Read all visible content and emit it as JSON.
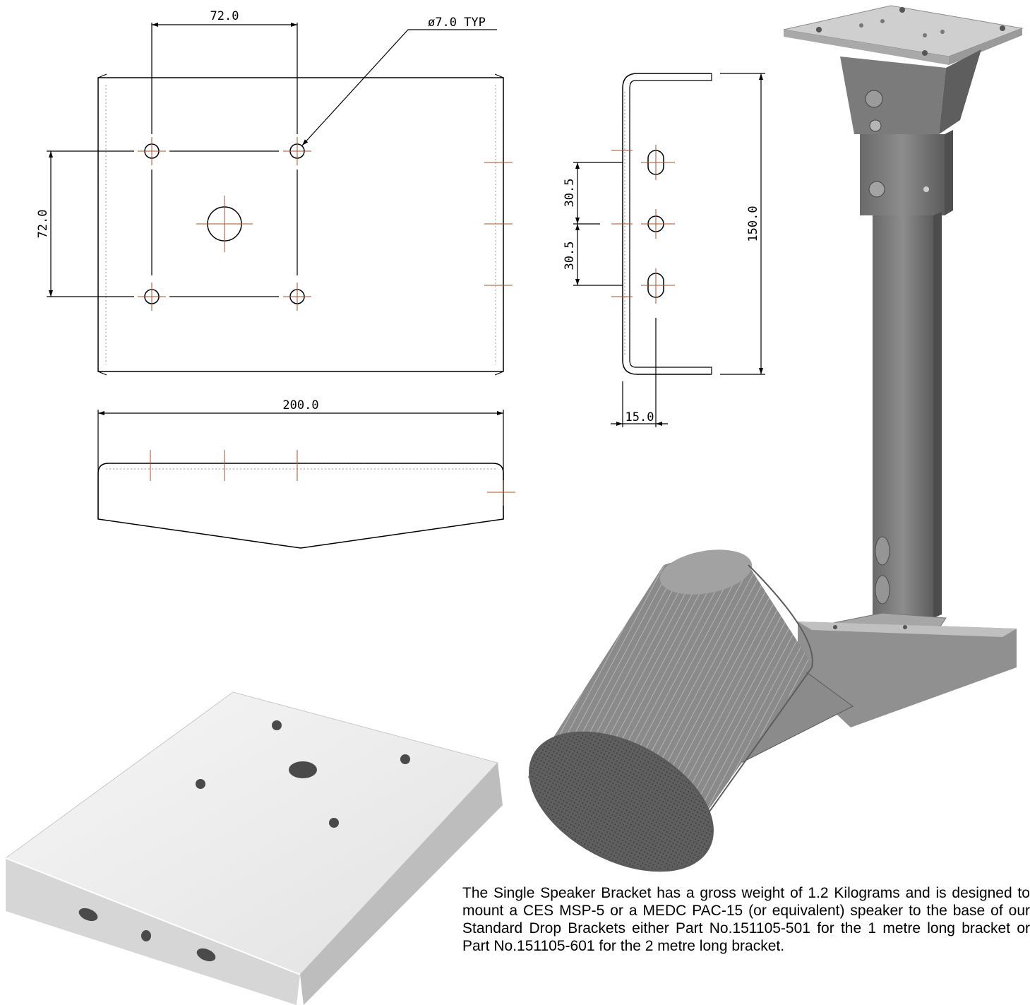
{
  "drawing": {
    "top_view": {
      "dim_horizontal": "72.0",
      "dim_vertical": "72.0",
      "hole_callout": "ø7.0 TYP"
    },
    "front_view": {
      "dim_width": "200.0"
    },
    "side_view": {
      "dim_height": "150.0",
      "dim_slot_upper": "30.5",
      "dim_slot_lower": "30.5",
      "dim_offset": "15.0"
    }
  },
  "description": "The Single Speaker Bracket has a gross weight of 1.2 Kilograms and is designed to mount a CES MSP-5 or a MEDC PAC-15 (or equivalent) speaker to the base of our Standard Drop Brackets either Part No.151105-501 for the 1 metre long bracket or Part No.151105-601 for the 2 metre long bracket.",
  "colors": {
    "centerline": "#a0522d",
    "bracket_render": "#7d7d7d",
    "plate_render": "#e8e8e8"
  }
}
